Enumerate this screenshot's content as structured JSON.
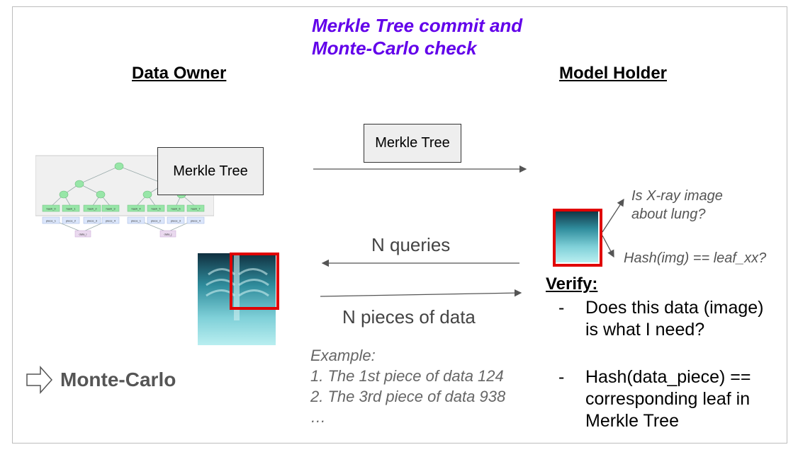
{
  "title": {
    "line1": "Merkle Tree commit and",
    "line2": "Monte-Carlo check"
  },
  "data_owner": {
    "heading": "Data Owner"
  },
  "model_holder": {
    "heading": "Model Holder"
  },
  "boxes": {
    "owner_tree": "Merkle Tree",
    "sent_tree": "Merkle Tree"
  },
  "tree_thumbnail": {
    "hash_nodes": [
      "hash_0",
      "hash_1",
      "hash_2",
      "hash_3",
      "hash_4",
      "hash_5",
      "hash_6",
      "hash_7"
    ],
    "piece_nodes": [
      "piece_1",
      "piece_2",
      "piece_3",
      "piece_4",
      "piece_1",
      "piece_2",
      "piece_3",
      "piece_4"
    ],
    "data_nodes": [
      "data_i",
      "data_j"
    ]
  },
  "arrows": {
    "queries": "N queries",
    "pieces": "N pieces of data"
  },
  "example": {
    "heading": "Example:",
    "items": [
      "1. The 1st piece of data 124",
      "2. The 3rd piece of data 938",
      "…"
    ]
  },
  "monte_carlo": "Monte-Carlo",
  "annotations": {
    "question": [
      "Is X-ray image",
      "about lung?"
    ],
    "hash_check": "Hash(img) == leaf_xx?"
  },
  "verify": {
    "heading": "Verify:",
    "items": [
      {
        "dash": "-",
        "lines": [
          "Does this data (image)",
          "is what I need?"
        ]
      },
      {
        "dash": "-",
        "lines": [
          "Hash(data_piece) ==",
          "corresponding leaf in",
          "Merkle Tree"
        ]
      }
    ]
  },
  "colors": {
    "title": "#6200ea",
    "highlight": "#e00000",
    "tree_node": "#98e6a8"
  }
}
